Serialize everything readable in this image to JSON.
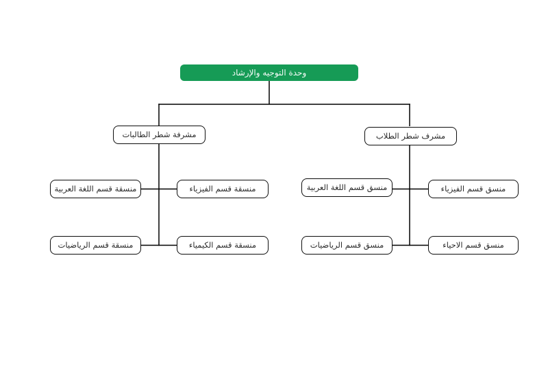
{
  "chart": {
    "type": "org-chart",
    "direction": "rtl",
    "root": {
      "label": "وحدة التوجيه والإرشاد"
    },
    "branches": [
      {
        "supervisor": {
          "label": "مشرفة شطر الطالبات"
        },
        "children": [
          {
            "label": "منسقة قسم اللغة العربية"
          },
          {
            "label": "منسقة قسم الفيزياء"
          },
          {
            "label": "منسقة قسم الرياضيات"
          },
          {
            "label": "منسقة قسم الكيمياء"
          }
        ]
      },
      {
        "supervisor": {
          "label": "مشرف شطر الطلاب"
        },
        "children": [
          {
            "label": "منسق قسم اللغة العربية"
          },
          {
            "label": "منسق قسم الفيزياء"
          },
          {
            "label": "منسق قسم الرياضيات"
          },
          {
            "label": "منسق قسم الاحياء"
          }
        ]
      }
    ],
    "colors": {
      "root_bg": "#169b56",
      "root_text": "#ffffff",
      "node_bg": "#ffffff",
      "node_border": "#000000",
      "connector": "#000000",
      "page_bg": "#ffffff"
    }
  }
}
